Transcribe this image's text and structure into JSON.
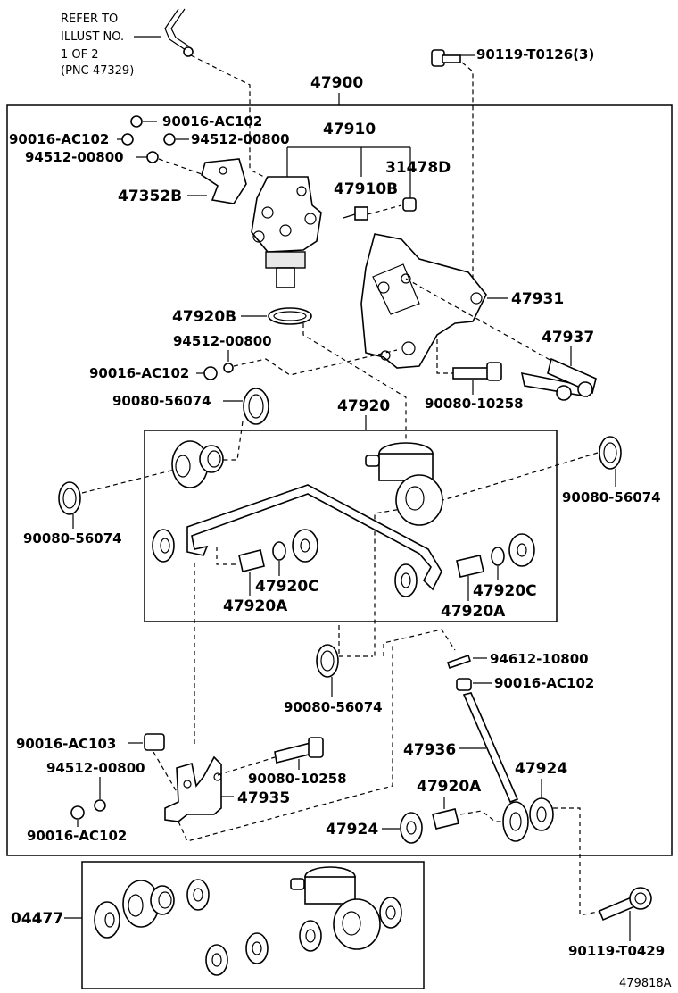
{
  "refer_note": {
    "line1": "REFER TO",
    "line2": "ILLUST NO.",
    "line3": "1 OF 2",
    "line4": "(PNC 47329)"
  },
  "labels": {
    "p_90119_t0126": "90119-T0126(3)",
    "p_47900": "47900",
    "p_90016_ac102_a": "90016-AC102",
    "p_90016_ac102_b": "90016-AC102",
    "p_94512_00800_a": "94512-00800",
    "p_94512_00800_b": "94512-00800",
    "p_47910": "47910",
    "p_31478d": "31478D",
    "p_47910b": "47910B",
    "p_47352b": "47352B",
    "p_47931": "47931",
    "p_47920b": "47920B",
    "p_94512_00800_c": "94512-00800",
    "p_47937": "47937",
    "p_90016_ac102_c": "90016-AC102",
    "p_90080_10258_a": "90080-10258",
    "p_90080_56074_a": "90080-56074",
    "p_47920": "47920",
    "p_90080_56074_b": "90080-56074",
    "p_90080_56074_c": "90080-56074",
    "p_47920c_a": "47920C",
    "p_47920a_a": "47920A",
    "p_47920c_b": "47920C",
    "p_47920a_b": "47920A",
    "p_94612_10800": "94612-10800",
    "p_90016_ac102_d": "90016-AC102",
    "p_90080_56074_d": "90080-56074",
    "p_90016_ac103": "90016-AC103",
    "p_47936": "47936",
    "p_47924_a": "47924",
    "p_94512_00800_d": "94512-00800",
    "p_90080_10258_b": "90080-10258",
    "p_47920a_c": "47920A",
    "p_47935": "47935",
    "p_47924_b": "47924",
    "p_90016_ac102_e": "90016-AC102",
    "p_04477": "04477",
    "p_90119_t0429": "90119-T0429",
    "figure_id": "479818A"
  }
}
